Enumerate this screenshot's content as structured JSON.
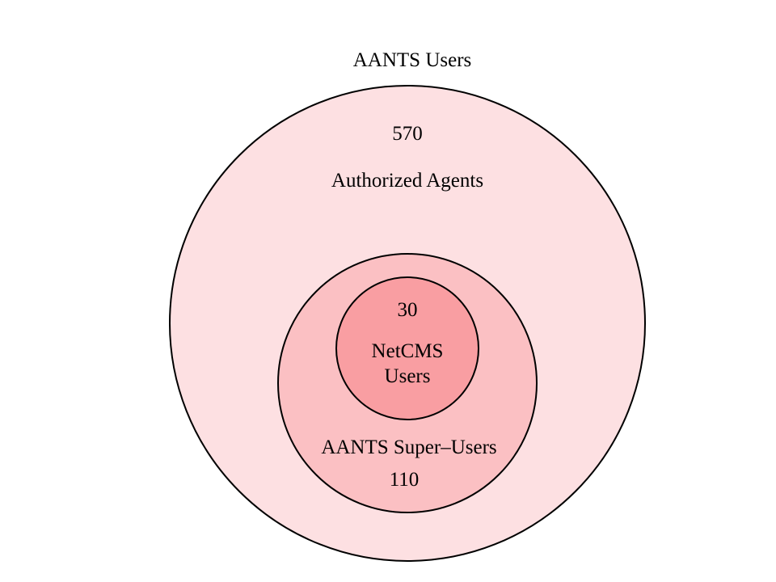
{
  "diagram": {
    "title": "AANTS Users",
    "outer": {
      "count": "570",
      "label": "Authorized Agents",
      "fill_color": "#fde0e2"
    },
    "middle": {
      "label": "AANTS Super–Users",
      "count": "110",
      "fill_color": "#fbc0c3"
    },
    "inner": {
      "count": "30",
      "label_line1": "NetCMS",
      "label_line2": "Users",
      "fill_color": "#f99ea2"
    }
  }
}
